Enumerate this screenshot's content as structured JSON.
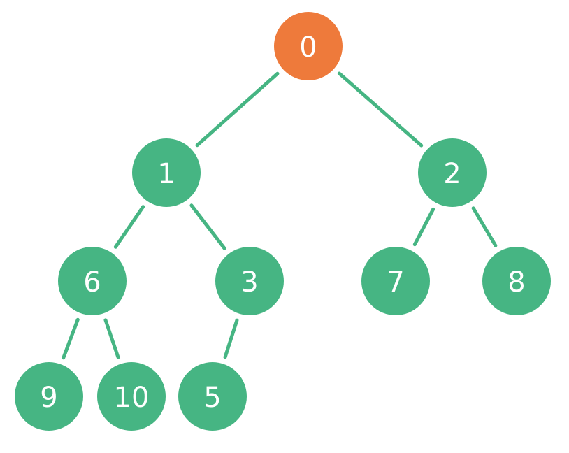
{
  "colors": {
    "node_fill": "#46b583",
    "root_fill": "#ee7a3b",
    "edge": "#46b583",
    "label": "#ffffff",
    "background": "#ffffff"
  },
  "tree": {
    "nodes": [
      {
        "id": "n0",
        "label": "0",
        "highlight": true
      },
      {
        "id": "n1",
        "label": "1"
      },
      {
        "id": "n2",
        "label": "2"
      },
      {
        "id": "n6",
        "label": "6"
      },
      {
        "id": "n3",
        "label": "3"
      },
      {
        "id": "n7",
        "label": "7"
      },
      {
        "id": "n8",
        "label": "8"
      },
      {
        "id": "n9",
        "label": "9"
      },
      {
        "id": "n10",
        "label": "10"
      },
      {
        "id": "n5",
        "label": "5"
      }
    ],
    "edges": [
      {
        "from": "n0",
        "to": "n1"
      },
      {
        "from": "n0",
        "to": "n2"
      },
      {
        "from": "n1",
        "to": "n6"
      },
      {
        "from": "n1",
        "to": "n3"
      },
      {
        "from": "n2",
        "to": "n7"
      },
      {
        "from": "n2",
        "to": "n8"
      },
      {
        "from": "n6",
        "to": "n9"
      },
      {
        "from": "n6",
        "to": "n10"
      },
      {
        "from": "n3",
        "to": "n5"
      }
    ]
  }
}
